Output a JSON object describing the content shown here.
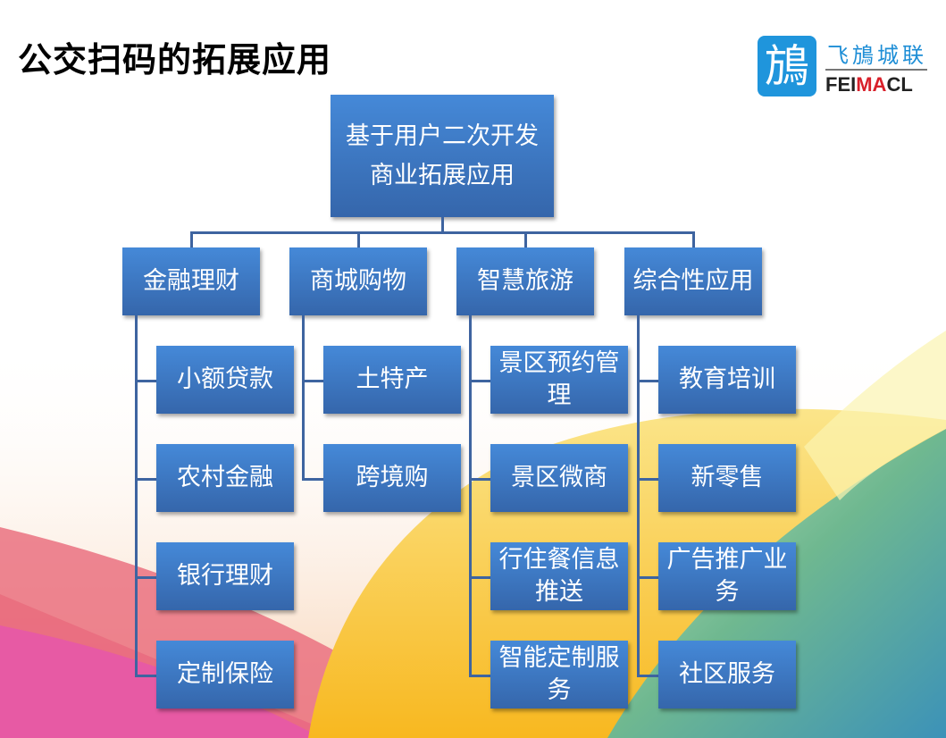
{
  "title": "公交扫码的拓展应用",
  "logo": {
    "mark": "鴋",
    "cn": "飞鴋城联",
    "en_a": "FEI",
    "en_b": "MA",
    "en_c": "CL"
  },
  "root": {
    "lines": [
      "基于用户二次开发",
      "商业拓展应用"
    ]
  },
  "categories": [
    {
      "label": "金融理财",
      "children": [
        "小额贷款",
        "农村金融",
        "银行理财",
        "定制保险"
      ]
    },
    {
      "label": "商城购物",
      "children": [
        "土特产",
        "跨境购"
      ]
    },
    {
      "label": "智慧旅游",
      "children": [
        "景区预约管理",
        "景区微商",
        "行住餐信息推送",
        "智能定制服务"
      ]
    },
    {
      "label": "综合性应用",
      "children": [
        "教育培训",
        "新零售",
        "广告推广业务",
        "社区服务"
      ]
    }
  ],
  "colors": {
    "box_top": "#4589d8",
    "box_bottom": "#3566ab",
    "line": "#3e64a0"
  }
}
